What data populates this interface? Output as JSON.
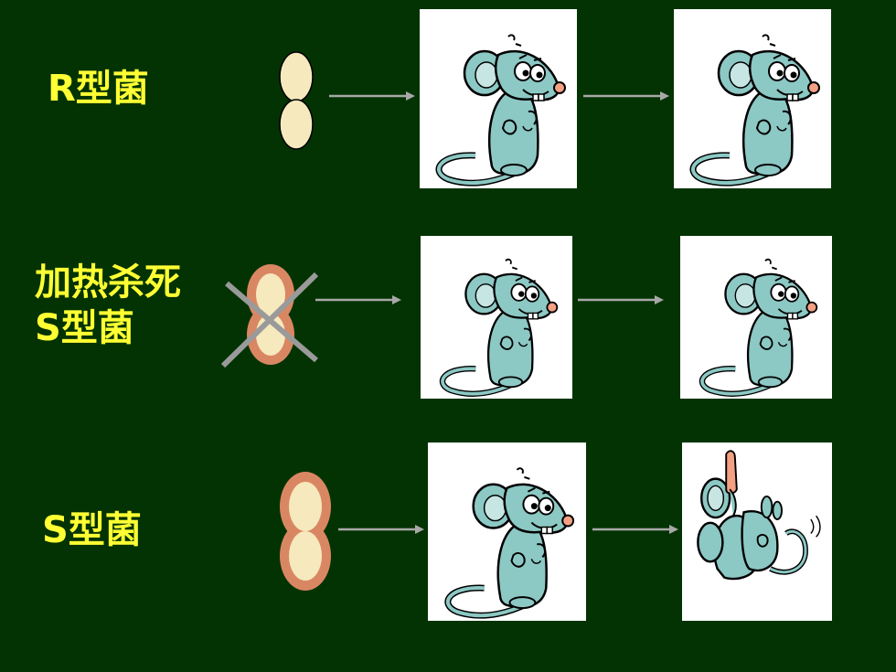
{
  "rows": [
    {
      "label": "R型菌",
      "outcome": "alive"
    },
    {
      "label_line1": "加热杀死",
      "label_line2": "S型菌",
      "outcome": "alive",
      "crossed": true
    },
    {
      "label": "S型菌",
      "outcome": "dead"
    }
  ],
  "colors": {
    "background": "#033303",
    "label": "#ffff33",
    "r_cell_fill": "#f6e9bd",
    "s_capsule": "#d98763",
    "arrow": "#a8a8a8",
    "mouse": "#8cc8c4"
  }
}
